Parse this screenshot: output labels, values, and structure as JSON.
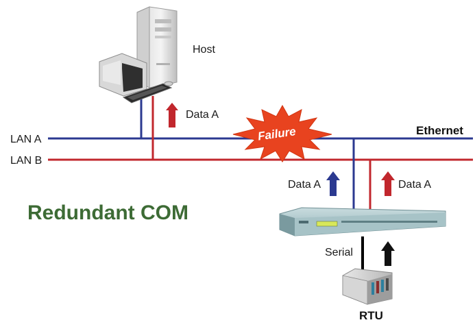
{
  "labels": {
    "host": "Host",
    "lan_a": "LAN A",
    "lan_b": "LAN B",
    "ethernet": "Ethernet",
    "failure": "Failure",
    "data_a_host": "Data A",
    "data_a_blue": "Data A",
    "data_a_red": "Data A",
    "serial": "Serial",
    "rtu": "RTU",
    "title": "Redundant COM"
  },
  "colors": {
    "lan_a": "#2b3990",
    "lan_b": "#c1272d",
    "serial": "#000000",
    "failure_burst": "#e8431f",
    "title": "#3d6b35"
  },
  "icons": {
    "host": "computer-tower-and-monitor-icon",
    "device": "serial-device-server-icon",
    "rtu": "rtu-box-icon"
  }
}
